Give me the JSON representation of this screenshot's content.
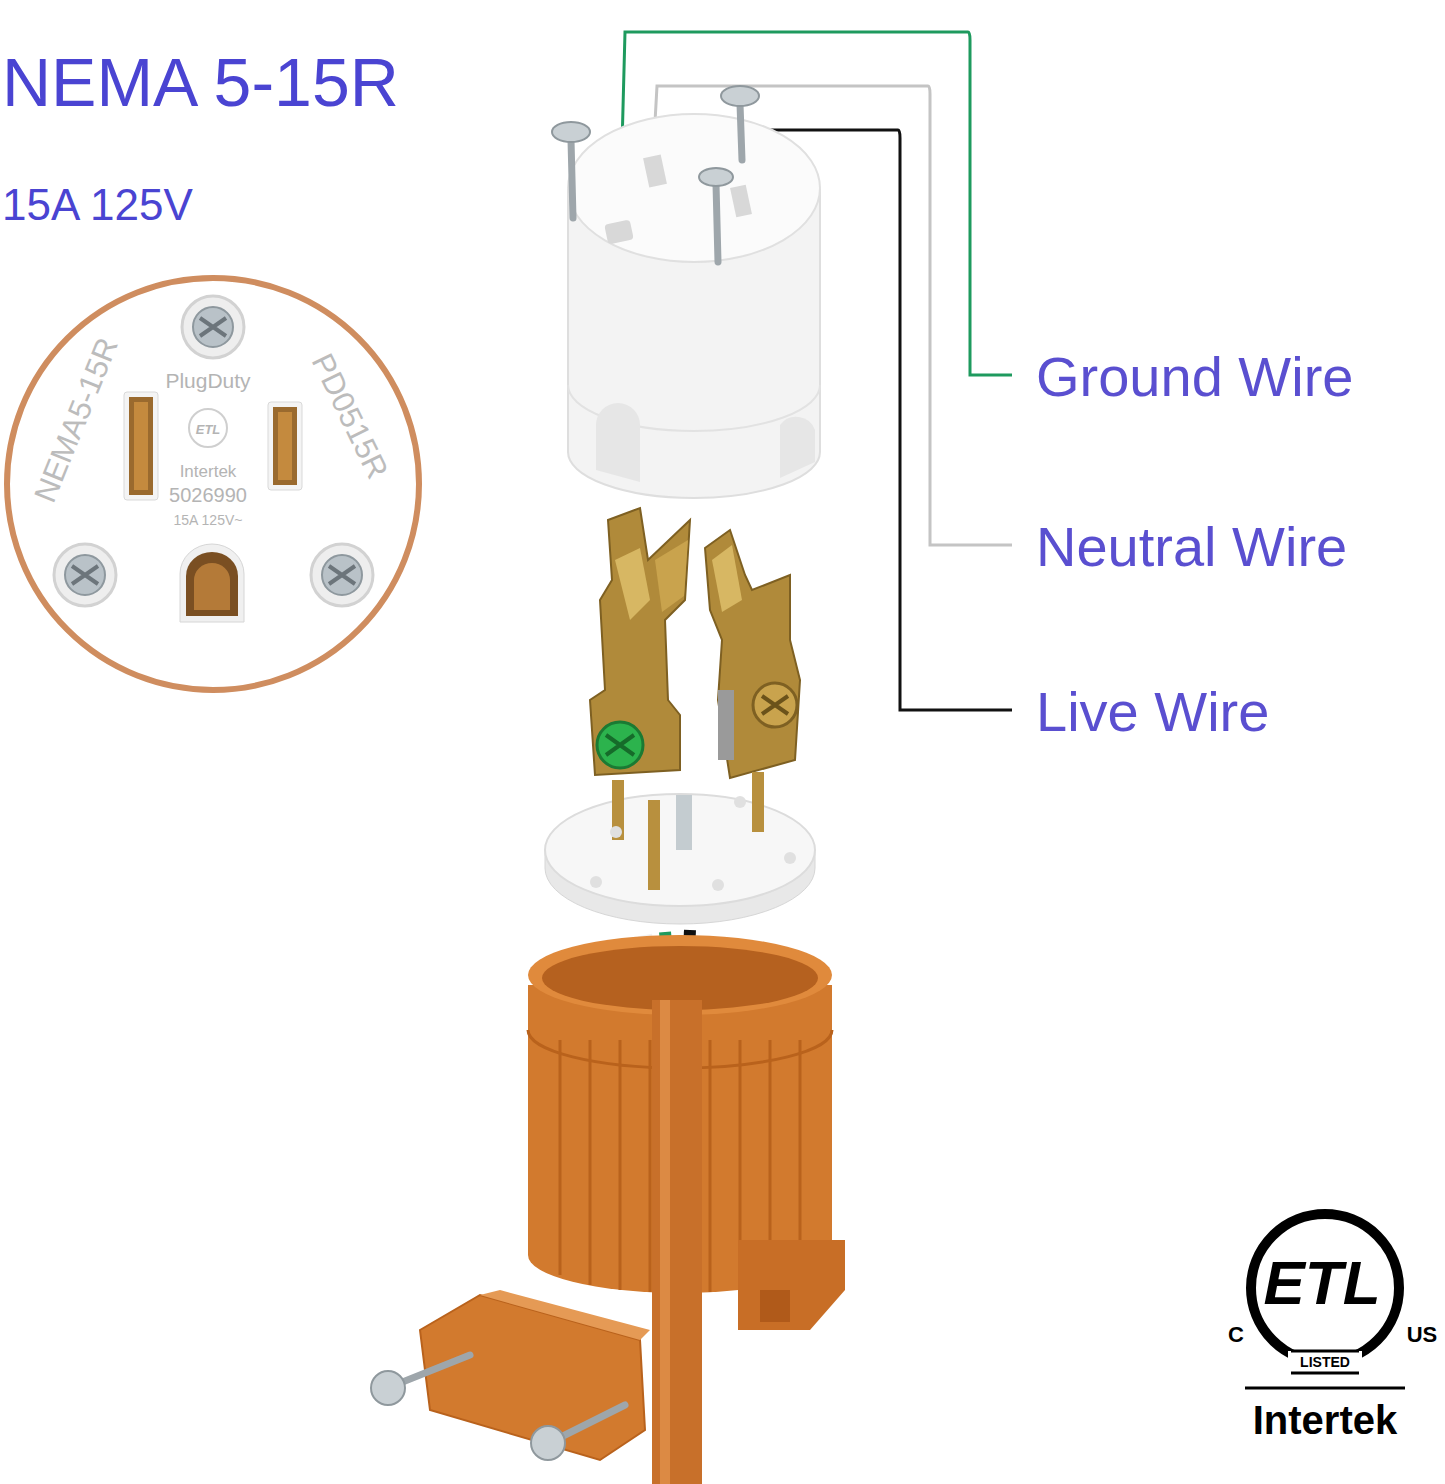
{
  "diagram": {
    "title": "NEMA 5-15R",
    "labels": [
      "15A 125V",
      "NEMA5-15R",
      "PlugDuty",
      "ETL",
      "Intertek",
      "5026990",
      "15A 125V~",
      "PD0515R",
      "Ground Wire",
      "Neutral Wire",
      "Live Wire",
      "ETL",
      "C",
      "US",
      "LISTED",
      "Intertek"
    ]
  }
}
